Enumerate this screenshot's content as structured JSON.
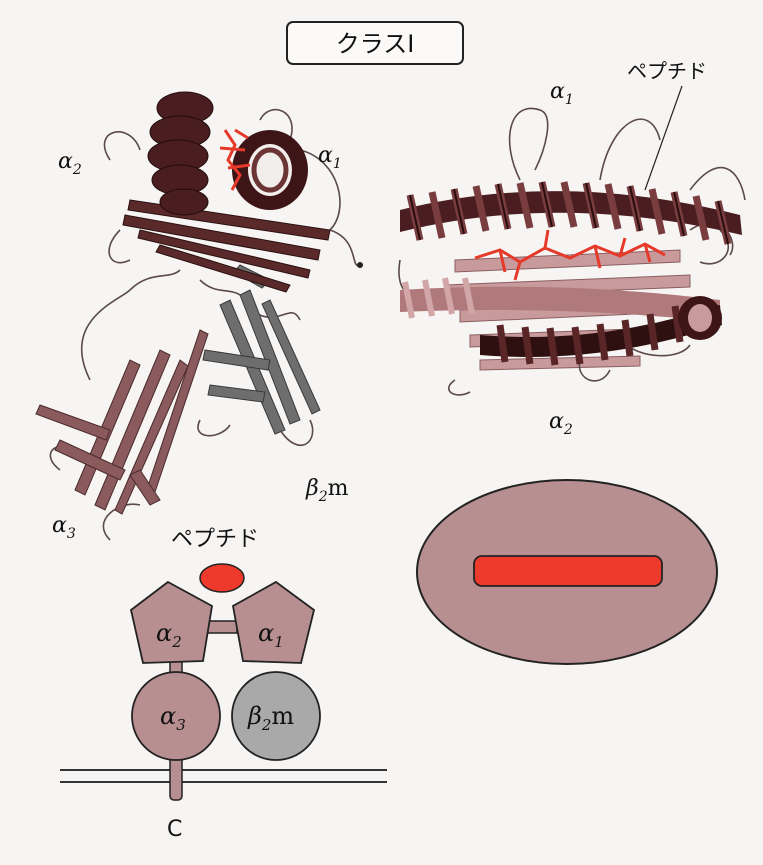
{
  "title": "クラスI",
  "ribbon_left": {
    "alpha1": {
      "sym": "α",
      "sub": "1"
    },
    "alpha2": {
      "sym": "α",
      "sub": "2"
    },
    "alpha3": {
      "sym": "α",
      "sub": "3"
    },
    "b2m": {
      "sym": "β",
      "sub": "2",
      "tail": "m"
    }
  },
  "ribbon_right": {
    "peptide": "ペプチド",
    "alpha1": {
      "sym": "α",
      "sub": "1"
    },
    "alpha2": {
      "sym": "α",
      "sub": "2"
    }
  },
  "schematic": {
    "peptide": "ペプチド",
    "alpha1": {
      "sym": "α",
      "sub": "1"
    },
    "alpha2": {
      "sym": "α",
      "sub": "2"
    },
    "alpha3": {
      "sym": "α",
      "sub": "3"
    },
    "b2m": {
      "sym": "β",
      "sub": "2",
      "tail": "m"
    },
    "c_terminus": "C"
  },
  "colors": {
    "domain_fill": "#b88f91",
    "domain_dark": "#6b3536",
    "b2m_fill": "#a9a9a9",
    "peptide": "#ee3a2c",
    "membrane": "#333333"
  }
}
